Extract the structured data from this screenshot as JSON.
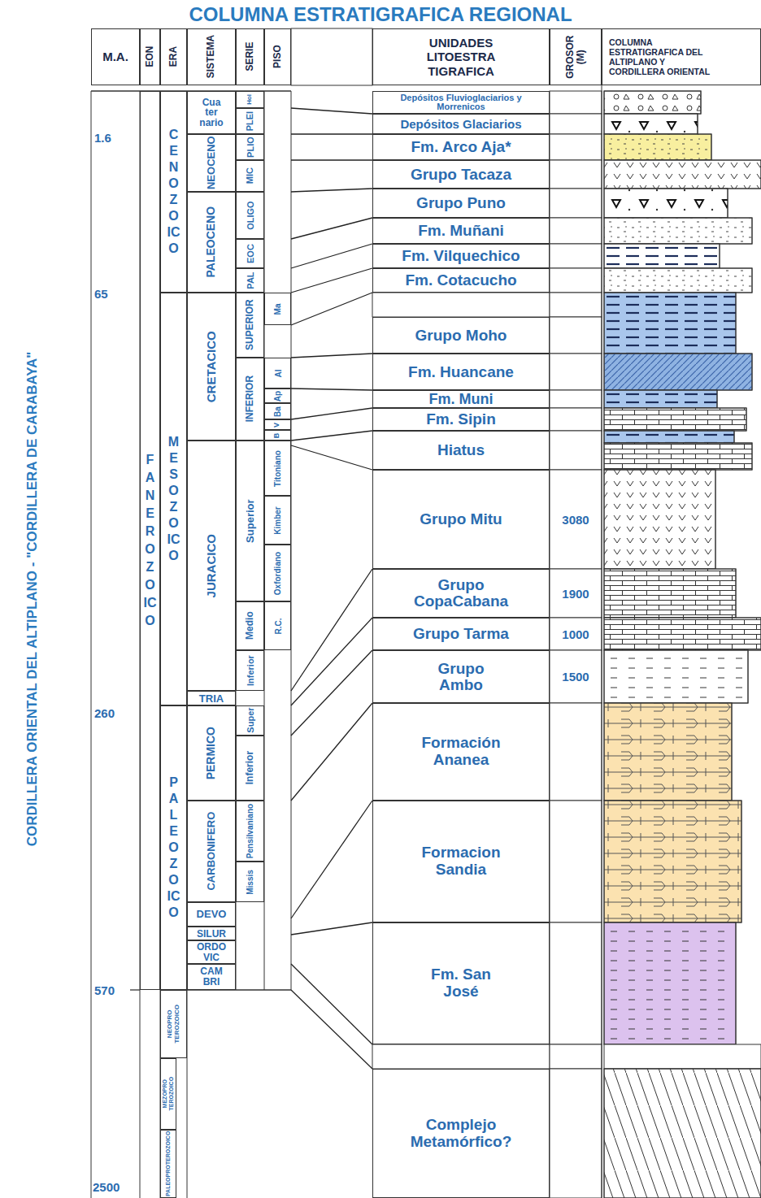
{
  "diagram": {
    "title": "COLUMNA ESTRATIGRAFICA REGIONAL",
    "nodes": [
      {
        "text": [
          "M.A."
        ]
      },
      {
        "text": [
          "EON"
        ]
      },
      {
        "text": [
          "ERA"
        ]
      },
      {
        "text": [
          "SISTEMA"
        ]
      },
      {
        "text": [
          "SERIE"
        ]
      },
      {
        "text": [
          "PISO"
        ]
      },
      {
        "text": [
          "UNIDADES LITOESTRA TIGRAFICA"
        ]
      },
      {
        "text": [
          "GROSOR (M)"
        ]
      },
      {
        "text": [
          "COLUMNA ESTRATIGRAFICA DEL ALTIPLANO Y CORDILLERA ORIENTAL"
        ]
      },
      {
        "text": [
          "FANEROZOICO"
        ]
      },
      {
        "text": [
          "CENOZOICO"
        ]
      },
      {
        "text": [
          "MESOZOICO"
        ]
      },
      {
        "text": [
          "PALEOZOICO"
        ]
      },
      {
        "text": [
          "NEOPRO TEROZOICO"
        ]
      },
      {
        "text": [
          "MEZOPRO TEROZOICO"
        ]
      },
      {
        "text": [
          "PALEOPROTEROZOICO"
        ]
      },
      {
        "text": [
          "Cua ter nario"
        ]
      },
      {
        "text": [
          "NEOCENO"
        ]
      },
      {
        "text": [
          "PALEOCENO"
        ]
      },
      {
        "text": [
          "CRETACICO"
        ]
      },
      {
        "text": [
          "JURACICO"
        ]
      },
      {
        "text": [
          "TRIA"
        ]
      },
      {
        "text": [
          "PERMICO"
        ]
      },
      {
        "text": [
          "CARBONIFERO"
        ]
      },
      {
        "text": [
          "DEVO"
        ]
      },
      {
        "text": [
          "SILUR"
        ]
      },
      {
        "text": [
          "ORDO VIC"
        ]
      },
      {
        "text": [
          "CAM BRI"
        ]
      },
      {
        "text": [
          "Hol"
        ]
      },
      {
        "text": [
          "PLEI"
        ]
      },
      {
        "text": [
          "PLIO"
        ]
      },
      {
        "text": [
          "MIC"
        ]
      },
      {
        "text": [
          "OLIGO"
        ]
      },
      {
        "text": [
          "EOC"
        ]
      },
      {
        "text": [
          "PAL"
        ]
      },
      {
        "text": [
          "SUPERIOR"
        ]
      },
      {
        "text": [
          "INFERIOR"
        ]
      },
      {
        "text": [
          "Superior"
        ]
      },
      {
        "text": [
          "Medio"
        ]
      },
      {
        "text": [
          "Inferior"
        ]
      },
      {
        "text": [
          "Super"
        ]
      },
      {
        "text": [
          "Inferior"
        ]
      },
      {
        "text": [
          "Pensilvaniano"
        ]
      },
      {
        "text": [
          "Missis"
        ]
      },
      {
        "text": [
          "Ma"
        ]
      },
      {
        "text": [
          "Al"
        ]
      },
      {
        "text": [
          "Ap"
        ]
      },
      {
        "text": [
          "Ba"
        ]
      },
      {
        "text": [
          "V"
        ]
      },
      {
        "text": [
          "B"
        ]
      },
      {
        "text": [
          "Titoniano"
        ]
      },
      {
        "text": [
          "Kimber"
        ]
      },
      {
        "text": [
          "Oxfordiano"
        ]
      },
      {
        "text": [
          "R.C."
        ]
      },
      {
        "text": [
          "Depósitos Fluvioglaciarios y Morrenicos"
        ]
      },
      {
        "text": [
          "Depósitos Glaciarios"
        ]
      },
      {
        "text": [
          "Fm. Arco Aja*"
        ]
      },
      {
        "text": [
          "Grupo Tacaza"
        ]
      },
      {
        "text": [
          "Grupo Puno"
        ]
      },
      {
        "text": [
          "Fm. Muñani"
        ]
      },
      {
        "text": [
          "Fm. Vilquechico"
        ]
      },
      {
        "text": [
          "Fm. Cotacucho"
        ]
      },
      {
        "text": [
          "Grupo Moho"
        ]
      },
      {
        "text": [
          "Fm. Huancane"
        ]
      },
      {
        "text": [
          "Fm. Muni"
        ]
      },
      {
        "text": [
          "Fm. Sipin"
        ]
      },
      {
        "text": [
          "Hiatus"
        ]
      },
      {
        "text": [
          "Grupo Mitu"
        ]
      },
      {
        "text": [
          "Grupo CopaCabana"
        ]
      },
      {
        "text": [
          "Grupo Tarma"
        ]
      },
      {
        "text": [
          "Grupo Ambo"
        ]
      },
      {
        "text": [
          "Formación Ananea"
        ]
      },
      {
        "text": [
          "Formacion Sandia"
        ]
      },
      {
        "text": [
          "Fm. San José"
        ]
      },
      {
        "text": [
          "Complejo Metamórfico?"
        ]
      }
    ],
    "labels": [
      "1.6",
      "65",
      "260",
      "570",
      "2500",
      "3080",
      "1900",
      "1000",
      "1500",
      "CORDILLERA ORIENTAL DEL ALTIPLANO - \"CORDILLERA DE CARABAYA\""
    ]
  }
}
